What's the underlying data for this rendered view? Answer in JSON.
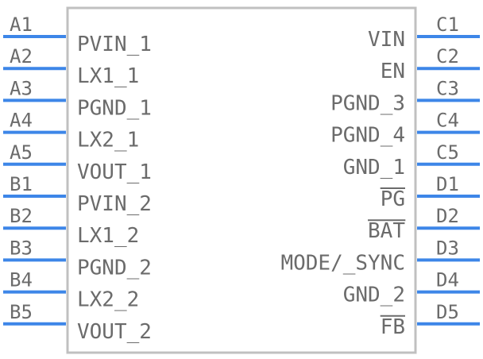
{
  "component": {
    "left_pins": [
      {
        "number": "A1",
        "name": "PVIN_1"
      },
      {
        "number": "A2",
        "name": "LX1_1"
      },
      {
        "number": "A3",
        "name": "PGND_1"
      },
      {
        "number": "A4",
        "name": "LX2_1"
      },
      {
        "number": "A5",
        "name": "VOUT_1"
      },
      {
        "number": "B1",
        "name": "PVIN_2"
      },
      {
        "number": "B2",
        "name": "LX1_2"
      },
      {
        "number": "B3",
        "name": "PGND_2"
      },
      {
        "number": "B4",
        "name": "LX2_2"
      },
      {
        "number": "B5",
        "name": "VOUT_2"
      }
    ],
    "right_pins": [
      {
        "number": "C1",
        "name": "VIN",
        "overbar": false
      },
      {
        "number": "C2",
        "name": "EN",
        "overbar": false
      },
      {
        "number": "C3",
        "name": "PGND_3",
        "overbar": false
      },
      {
        "number": "C4",
        "name": "PGND_4",
        "overbar": false
      },
      {
        "number": "C5",
        "name": "GND_1",
        "overbar": false
      },
      {
        "number": "D1",
        "name": "PG",
        "overbar": true
      },
      {
        "number": "D2",
        "name": "BAT",
        "overbar": true
      },
      {
        "number": "D3",
        "name": "MODE/_SYNC",
        "overbar": false
      },
      {
        "number": "D4",
        "name": "GND_2",
        "overbar": false
      },
      {
        "number": "D5",
        "name": "FB",
        "overbar": true
      }
    ]
  },
  "colors": {
    "pin_line": "#3d86e8",
    "body_outline": "#c0c0c0",
    "text": "#6b6b6b"
  }
}
